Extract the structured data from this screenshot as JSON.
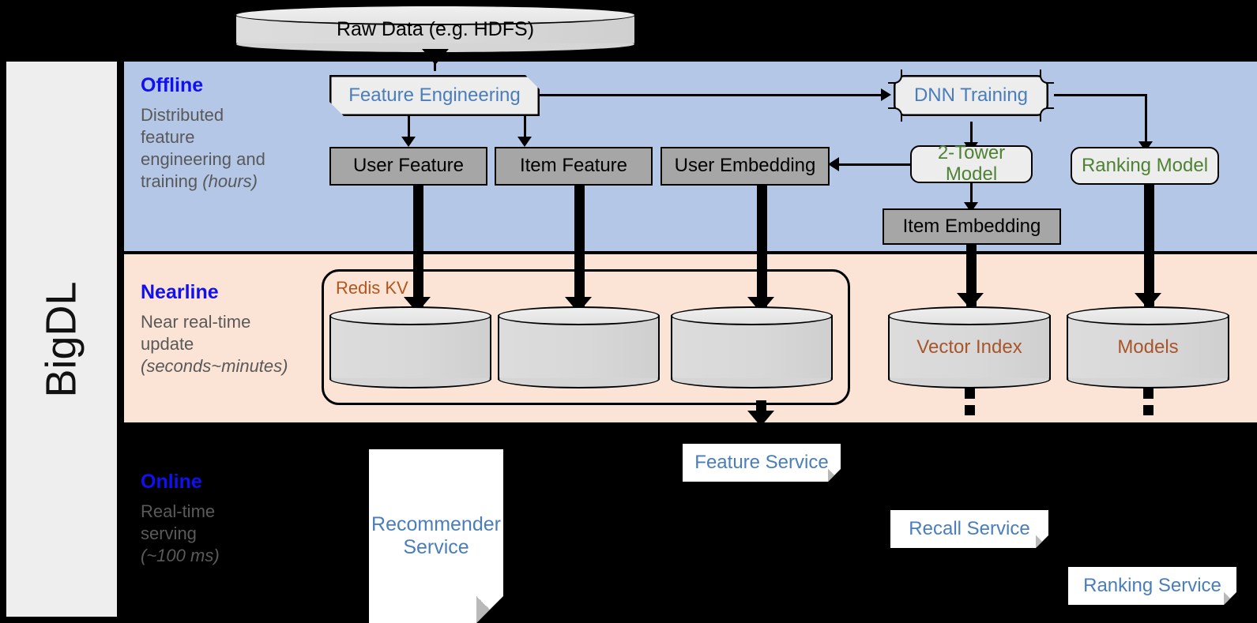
{
  "sidebar": {
    "label": "BigDL"
  },
  "source": {
    "raw_data": "Raw Data (e.g. HDFS)"
  },
  "bands": {
    "offline": {
      "title": "Offline",
      "desc_line1": "Distributed",
      "desc_line2": "feature",
      "desc_line3": "engineering and",
      "desc_line4": "training ",
      "desc_italic": "(hours)",
      "color": "#b4c7e7"
    },
    "nearline": {
      "title": "Nearline",
      "desc_line1": "Near real-time",
      "desc_line2": "update",
      "desc_line3": "",
      "desc_line4": "",
      "desc_italic": "(seconds~minutes)",
      "color": "#fbe4d5"
    },
    "online": {
      "title": "Online",
      "desc_line1": "Real-time",
      "desc_line2": "serving",
      "desc_line3": "",
      "desc_line4": "",
      "desc_italic": "(~100 ms)",
      "color": "#000000"
    }
  },
  "offline": {
    "feature_engineering": "Feature Engineering",
    "dnn_training": "DNN Training",
    "user_feature": "User Feature",
    "item_feature": "Item Feature",
    "user_embedding": "User Embedding",
    "item_embedding": "Item Embedding",
    "two_tower_model": "2-Tower Model",
    "ranking_model": "Ranking Model"
  },
  "nearline": {
    "redis_kv": "Redis KV",
    "store_1": "",
    "store_2": "",
    "store_3": "",
    "vector_index": "Vector Index",
    "models": "Models"
  },
  "online": {
    "recommender_service": "Recommender Service",
    "feature_service": "Feature Service",
    "recall_service": "Recall Service",
    "ranking_service": "Ranking Service"
  },
  "colors": {
    "band_offline": "#b4c7e7",
    "band_nearline": "#fbe4d5",
    "band_online": "#000000",
    "title_blue": "#1010f0",
    "text_blue": "#4a7ebb",
    "text_green": "#4e8234",
    "text_brown": "#b0561f",
    "grey_box": "#a6a6a6",
    "light_box": "#ededed",
    "sidebar_grey": "#eeeeee"
  }
}
